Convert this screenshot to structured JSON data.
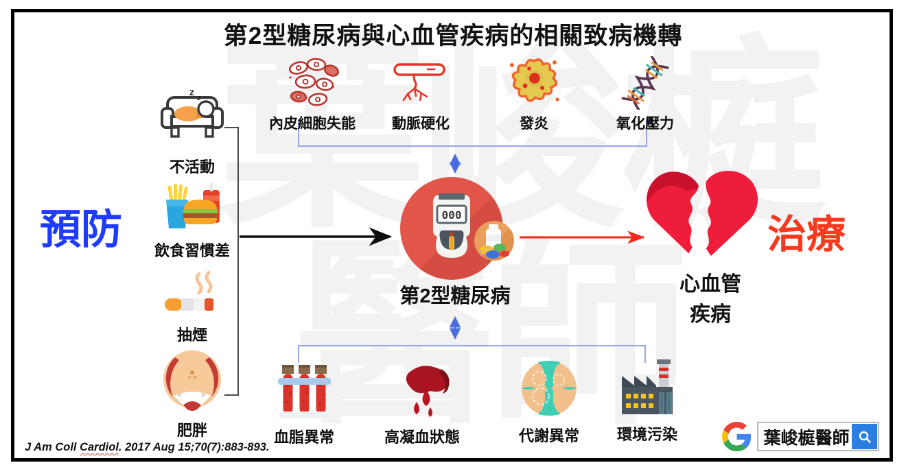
{
  "title": "第2型糖尿病與心血管疾病的相關致病機轉",
  "prevention": {
    "label": "預防",
    "color": "#1e3bff"
  },
  "treatment": {
    "label": "治療",
    "color": "#f8381f"
  },
  "risk_factors": [
    {
      "label": "不活動",
      "icon": "couch-sleep-icon"
    },
    {
      "label": "飲食習慣差",
      "icon": "fast-food-icon"
    },
    {
      "label": "抽煙",
      "icon": "cigarette-icon"
    },
    {
      "label": "肥胖",
      "icon": "obese-belly-icon"
    }
  ],
  "upper_mechanisms": [
    {
      "label": "內皮細胞失能",
      "icon": "endothelial-cells-icon"
    },
    {
      "label": "動脈硬化",
      "icon": "artery-icon"
    },
    {
      "label": "發炎",
      "icon": "inflammation-icon"
    },
    {
      "label": "氧化壓力",
      "icon": "dna-icon"
    }
  ],
  "lower_mechanisms": [
    {
      "label": "血脂異常",
      "icon": "blood-test-tubes-icon"
    },
    {
      "label": "高凝血狀態",
      "icon": "blood-clot-icon"
    },
    {
      "label": "代謝異常",
      "icon": "metabolism-icon"
    },
    {
      "label": "環境污染",
      "icon": "factory-icon"
    }
  ],
  "center": {
    "label": "第2型糖尿病",
    "meter_display": "000",
    "icon": "glucose-meter-icon"
  },
  "cvd": {
    "line1": "心血管",
    "line2": "疾病",
    "icon": "broken-heart-icon"
  },
  "watermark": {
    "line1": "葉峻榳",
    "line2": "醫師"
  },
  "citation": {
    "pre": "J Am Coll ",
    "highlight": "Cardiol",
    "post": ". 2017 Aug 15;70(7):883-893."
  },
  "search": {
    "logo": "google-g-icon",
    "query": "葉峻榳醫師",
    "button_icon": "search-icon"
  },
  "colors": {
    "diabetes_circle": "#e15649",
    "heart": "#ee1d3b",
    "arrow_red": "#fb2519",
    "arrow_blue": "#4a6ee0",
    "bracket_blue": "#96a6e8"
  }
}
